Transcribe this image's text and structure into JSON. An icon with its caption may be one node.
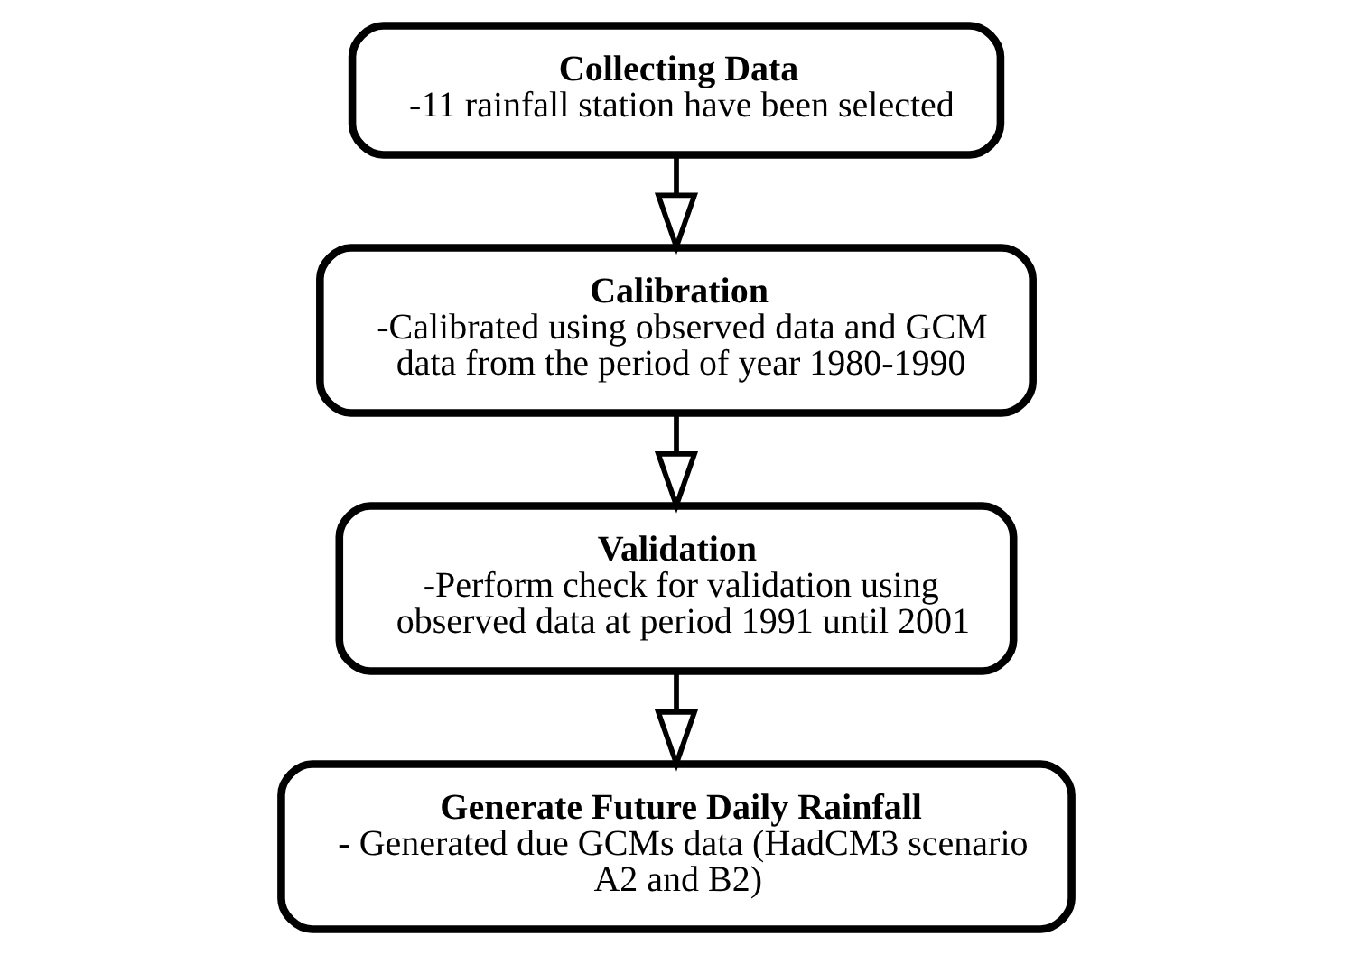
{
  "diagram": {
    "nodes": [
      {
        "text": [
          "Collecting Data",
          "-11 rainfall station have been selected"
        ]
      },
      {
        "text": [
          "Calibration",
          "-Calibrated using observed data and GCM data from the period of year 1980-1990"
        ]
      },
      {
        "text": [
          "Validation",
          "-Perform check for validation using observed data at period 1991 until 2001"
        ]
      },
      {
        "text": [
          "Generate Future Daily Rainfall",
          "- Generated due GCMs data (HadCM3 scenario A2 and B2)"
        ]
      }
    ],
    "edges": [
      {
        "from": 0,
        "to": 1,
        "arrow": "to"
      },
      {
        "from": 1,
        "to": 2,
        "arrow": "to"
      },
      {
        "from": 2,
        "to": 3,
        "arrow": "to"
      }
    ]
  }
}
